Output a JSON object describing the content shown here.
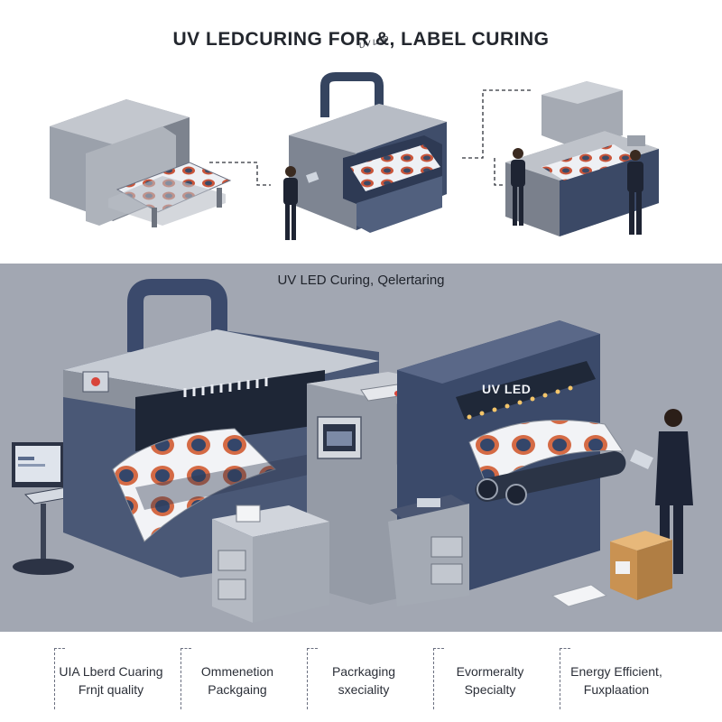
{
  "header": {
    "title": "UV LEDCURING FOR &, LABEL CURING"
  },
  "section": {
    "title": "UV LED Curing, Qelertaring"
  },
  "machines": {
    "top_tag": "UV LED",
    "main_label": "UV LED"
  },
  "features": [
    {
      "line1": "UIA Lberd Cuaring",
      "line2": "Frnjt quality"
    },
    {
      "line1": "Ommenetion",
      "line2": "Packgaing"
    },
    {
      "line1": "Pacrkaging",
      "line2": "sxeciality"
    },
    {
      "line1": "Evormeralty",
      "line2": "Specialty"
    },
    {
      "line1": "Energy Efficient,",
      "line2": "Fuxplaation"
    }
  ],
  "colors": {
    "machine_blue": "#3c4a66",
    "machine_grey": "#8e949f",
    "bg_grey": "#a2a7b2",
    "label_orange": "#e06a3a"
  }
}
